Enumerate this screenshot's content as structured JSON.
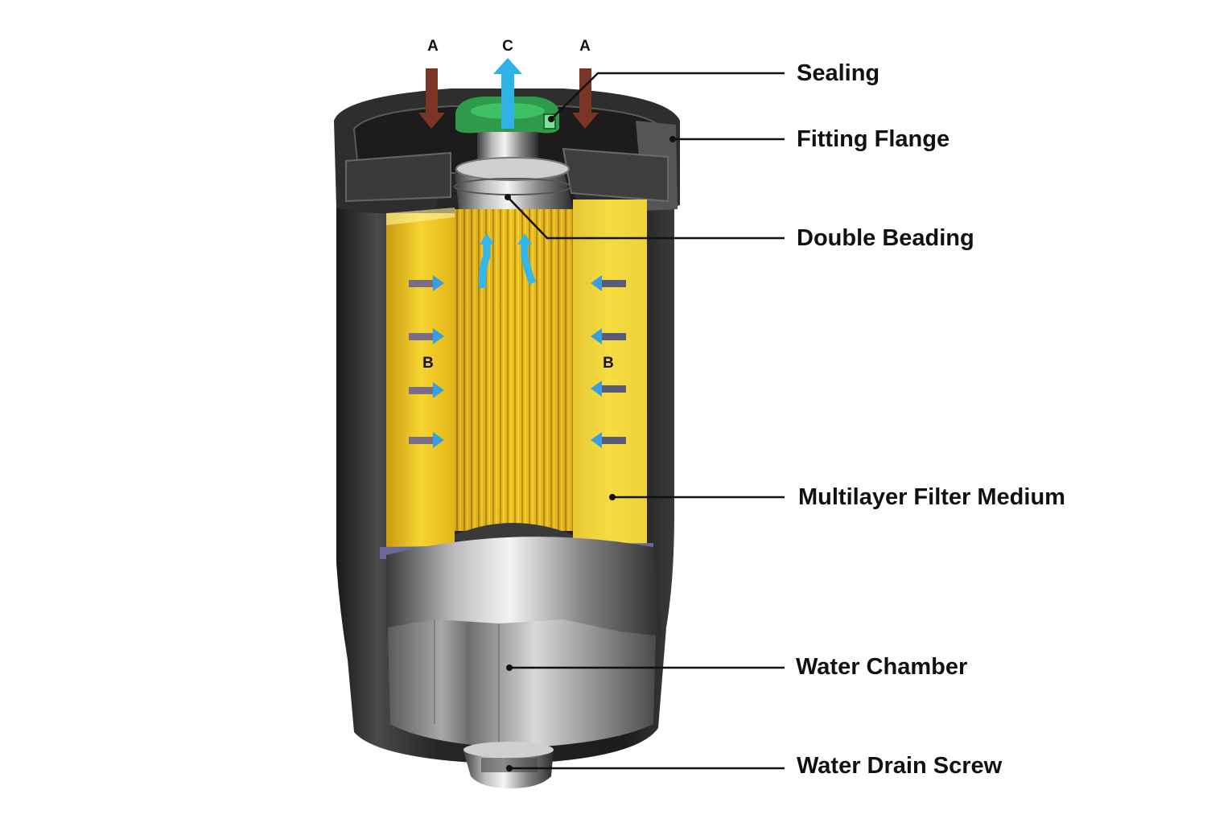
{
  "flow_markers": {
    "inlet_left": "A",
    "outlet": "C",
    "inlet_right": "A",
    "filter_left": "B",
    "filter_right": "B"
  },
  "callouts": {
    "sealing": "Sealing",
    "fitting_flange": "Fitting Flange",
    "double_beading": "Double Beading",
    "filter_medium": "Multilayer Filter Medium",
    "water_chamber": "Water Chamber",
    "drain_screw": "Water Drain Screw"
  },
  "colors": {
    "inlet_arrow": "#7a3526",
    "outlet_arrow": "#2fb3e6",
    "flow_arrow": "#3a9fe0",
    "filter_yellow": "#f2cf1e",
    "seal_green": "#2f9a4a",
    "housing": "#2a2a2a"
  }
}
